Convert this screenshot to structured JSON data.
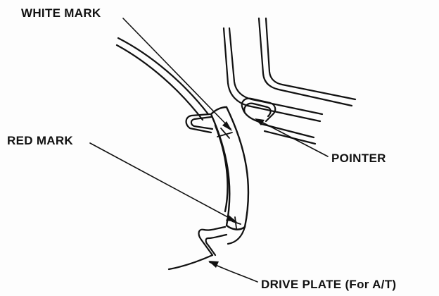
{
  "labels": {
    "white_mark": "WHITE MARK",
    "red_mark": "RED MARK",
    "pointer": "POINTER",
    "drive_plate": "DRIVE PLATE (For A/T)"
  },
  "colors": {
    "ink": "#111111",
    "background": "#fdfdfd"
  }
}
